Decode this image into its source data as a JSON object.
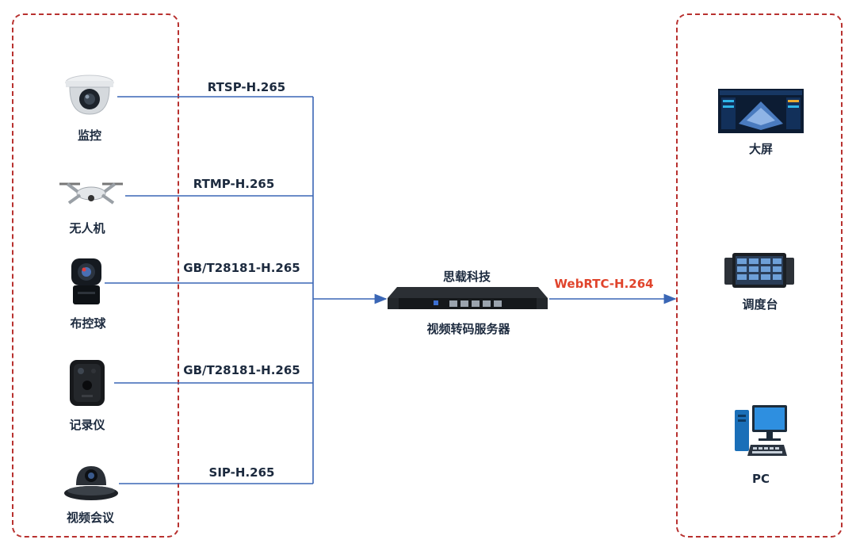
{
  "sources": [
    {
      "label": "监控",
      "protocol": "RTSP-H.265",
      "icon": "dome-camera-icon"
    },
    {
      "label": "无人机",
      "protocol": "RTMP-H.265",
      "icon": "drone-icon"
    },
    {
      "label": "布控球",
      "protocol": "GB/T28181-H.265",
      "icon": "ptz-ball-camera-icon"
    },
    {
      "label": "记录仪",
      "protocol": "GB/T28181-H.265",
      "icon": "body-camera-icon"
    },
    {
      "label": "视频会议",
      "protocol": "SIP-H.265",
      "icon": "conference-camera-icon"
    }
  ],
  "server": {
    "brand": "思载科技",
    "label": "视频转码服务器",
    "icon": "rack-server-icon"
  },
  "output": {
    "protocol": "WebRTC-H.264"
  },
  "targets": [
    {
      "label": "大屏",
      "icon": "video-wall-icon"
    },
    {
      "label": "调度台",
      "icon": "dispatch-console-icon"
    },
    {
      "label": "PC",
      "icon": "desktop-pc-icon"
    }
  ],
  "colors": {
    "frame": "#b8312f",
    "wire": "#3a66b5",
    "output_text": "#e0442c",
    "text": "#1c2a3e"
  }
}
